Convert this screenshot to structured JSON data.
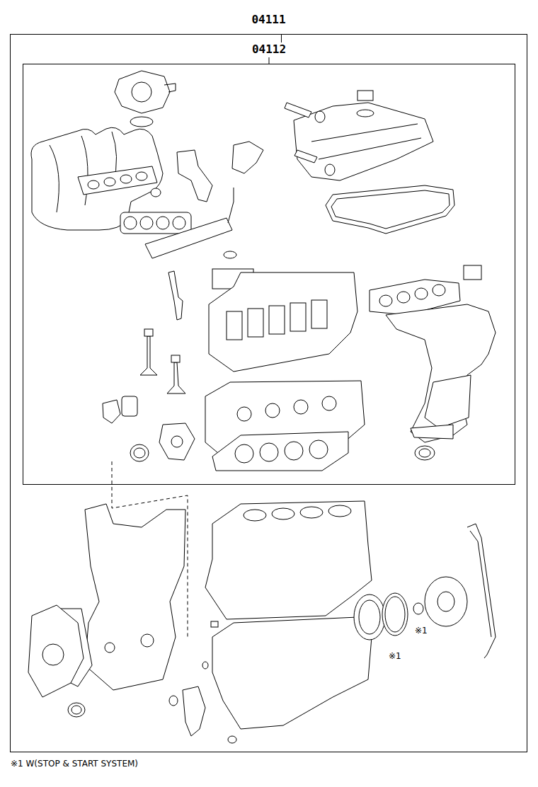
{
  "diagram": {
    "nodes": [
      {
        "text": [
          "04111"
        ]
      },
      {
        "text": [
          "04112"
        ],
        "in": 0
      }
    ],
    "labels": [
      "※1",
      "※1",
      "※1 W(STOP & START SYSTEM)"
    ]
  }
}
